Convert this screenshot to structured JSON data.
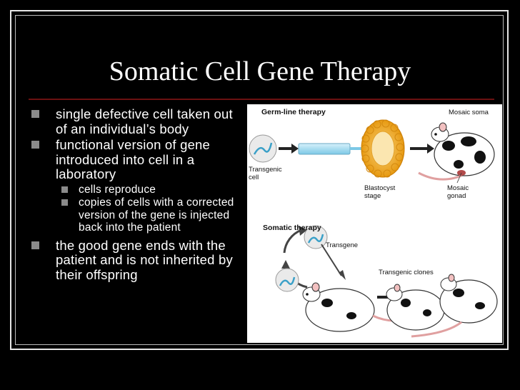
{
  "slide": {
    "title": "Somatic Cell Gene Therapy",
    "bullets": [
      {
        "level": 1,
        "text": "single defective cell taken out of an individual’s body"
      },
      {
        "level": 1,
        "text": " functional version of gene introduced into cell in a laboratory"
      },
      {
        "level": 2,
        "text": " cells reproduce"
      },
      {
        "level": 2,
        "text": " copies of cells with a corrected version of the gene is injected back into the patient"
      },
      {
        "level": 1,
        "text": " the good gene ends with the patient and is not inherited by their offspring"
      }
    ]
  },
  "figure": {
    "germline_title": "Germ-line therapy",
    "transgenic_cell": "Transgenic cell",
    "blastocyst": "Blastocyst stage",
    "mosaic_soma": "Mosaic soma",
    "mosaic_gonad": "Mosaic gonad",
    "somatic_title": "Somatic therapy",
    "transgene": "Transgene",
    "transgenic_clones": "Transgenic clones"
  }
}
